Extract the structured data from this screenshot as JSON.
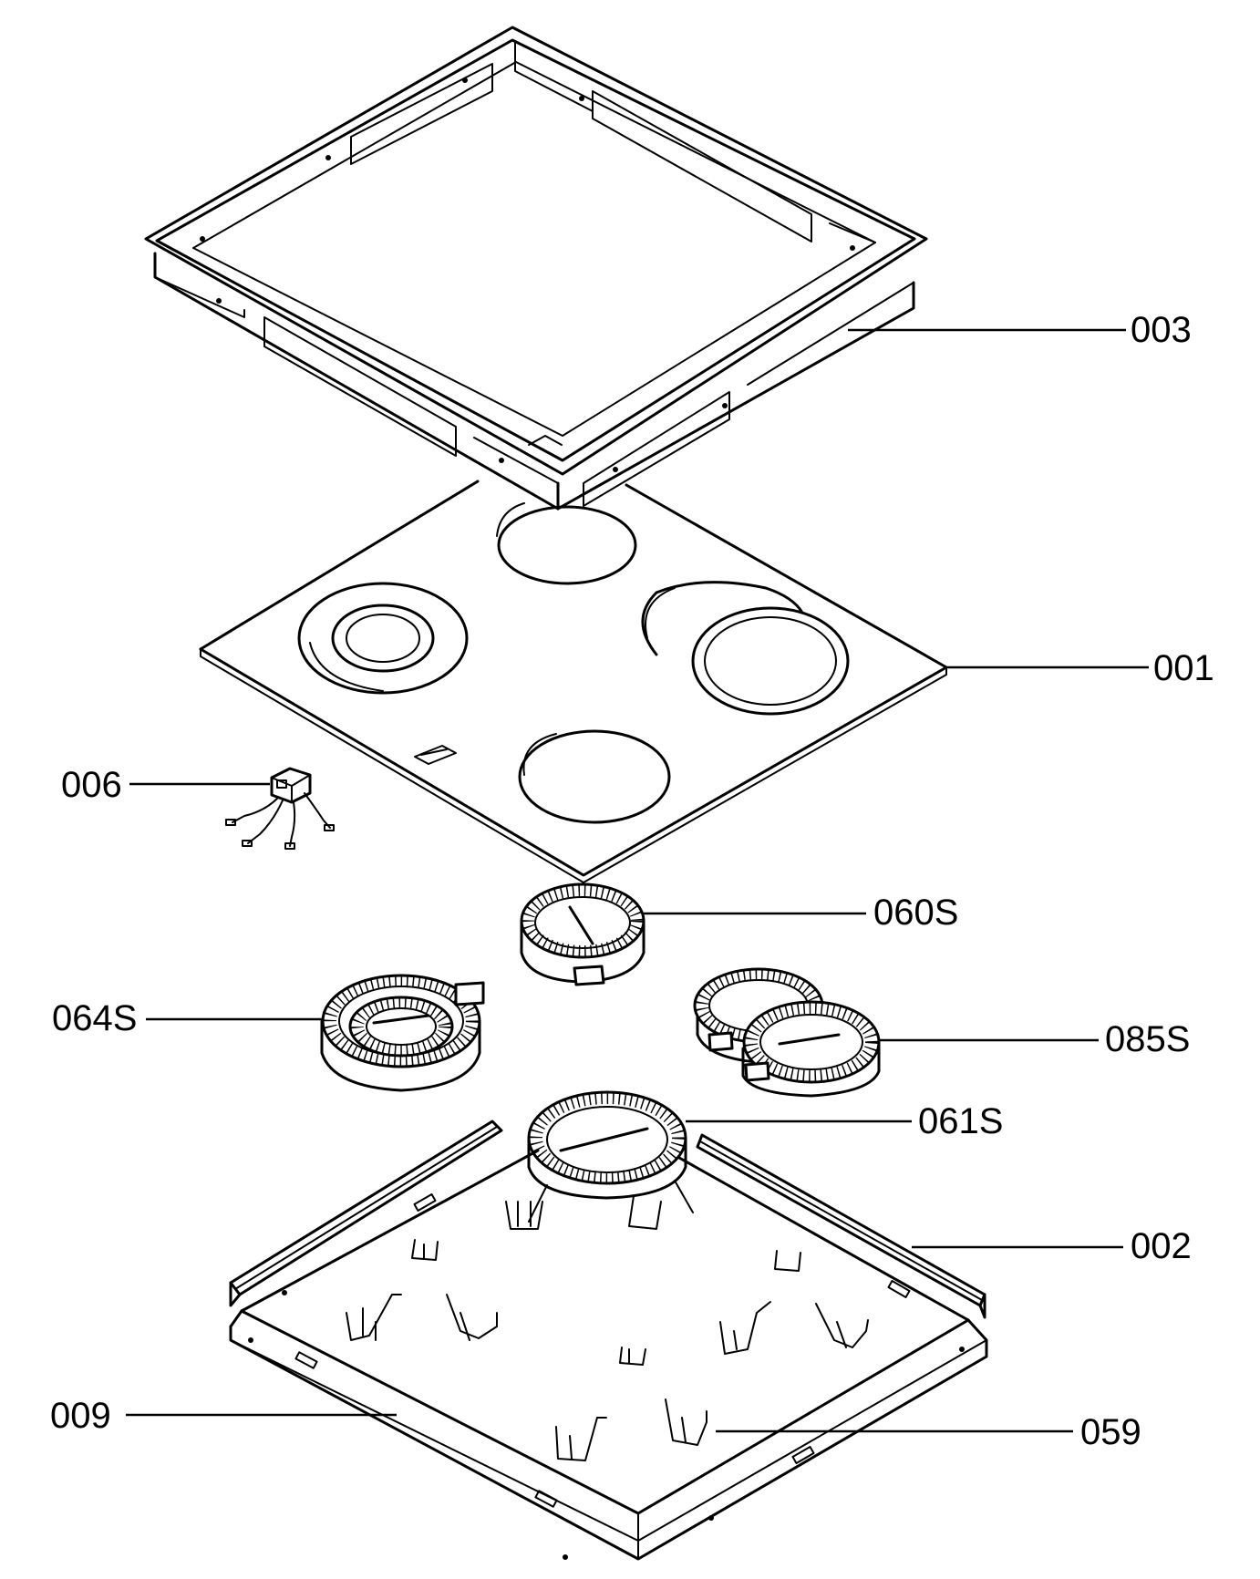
{
  "labels": {
    "frame": "003",
    "glass_top": "001",
    "connector": "006",
    "element_front_right": "060S",
    "element_dual_left": "064S",
    "element_oval_right": "085S",
    "element_rear": "061S",
    "base_tray": "002",
    "bottom_panel": "009",
    "support_bracket": "059"
  }
}
